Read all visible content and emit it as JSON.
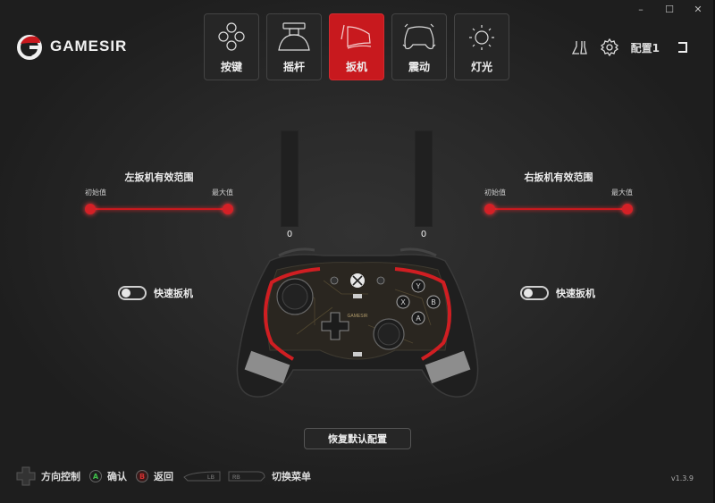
{
  "window": {
    "controls": {
      "minimize": "–",
      "maximize": "☐",
      "close": "✕"
    }
  },
  "brand": {
    "name": "GAMESIR",
    "accent": "#c8191e"
  },
  "tabs": [
    {
      "label": "按键",
      "icon": "buttons-icon",
      "active": false
    },
    {
      "label": "摇杆",
      "icon": "joystick-icon",
      "active": false
    },
    {
      "label": "扳机",
      "icon": "trigger-icon",
      "active": true
    },
    {
      "label": "震动",
      "icon": "vibration-icon",
      "active": false
    },
    {
      "label": "灯光",
      "icon": "light-icon",
      "active": false
    }
  ],
  "top_right": {
    "lab_icon": "flask-icon",
    "settings_icon": "gear-icon",
    "profile": "配置1",
    "back_icon": "return-icon"
  },
  "left_trigger": {
    "title": "左扳机有效范围",
    "min_label": "初始值",
    "max_label": "最大值",
    "bar_value": "0",
    "quick_trigger_label": "快速扳机",
    "quick_trigger_on": false
  },
  "right_trigger": {
    "title": "右扳机有效范围",
    "min_label": "初始值",
    "max_label": "最大值",
    "bar_value": "0",
    "quick_trigger_label": "快速扳机",
    "quick_trigger_on": false
  },
  "controller": {
    "face_buttons": [
      "Y",
      "X",
      "B",
      "A"
    ],
    "logo_text": "GAMESIR"
  },
  "reset_button": "恢复默认配置",
  "footer": {
    "dpad_label": "方向控制",
    "confirm_key": "A",
    "confirm_label": "确认",
    "back_key": "B",
    "back_label": "返回",
    "lb_key": "LB",
    "rb_key": "RB",
    "switch_label": "切换菜单"
  },
  "version": "v1.3.9"
}
